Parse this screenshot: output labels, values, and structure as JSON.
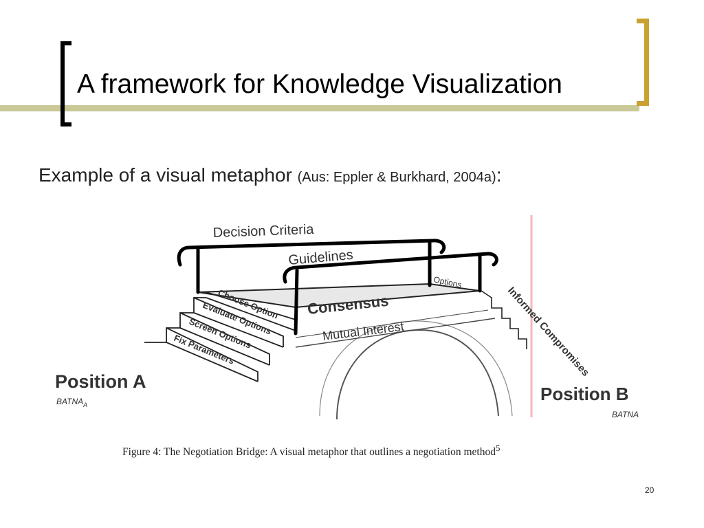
{
  "slide": {
    "title": "A framework for Knowledge Visualization",
    "subtitle_main": "Example of a visual metaphor",
    "subtitle_source": "(Aus: Eppler & Burkhard, 2004a)",
    "subtitle_colon": ":",
    "page_number": "20"
  },
  "figure": {
    "labels": {
      "decision_criteria": "Decision Criteria",
      "guidelines": "Guidelines",
      "options": "Options",
      "consensus": "Consensus",
      "mutual_interest": "Mutual  Interest",
      "step1": "Choose Option",
      "step2": "Evaluate Options",
      "step3": "Screen Options",
      "step4": "Fix Parameters",
      "informed_compromises": "Informed Compromises",
      "position_a": "Position A",
      "batna_a": "BATNA",
      "batna_a_sub": "A",
      "position_b": "Position B",
      "batna_b": "BATNA"
    },
    "caption": "Figure 4: The Negotiation Bridge: A visual metaphor that outlines a negotiation method",
    "caption_sup": "5"
  },
  "colors": {
    "olive_line": "#c9c896",
    "right_bracket": "#c9a132",
    "divider_line": "#f2b8b8"
  }
}
